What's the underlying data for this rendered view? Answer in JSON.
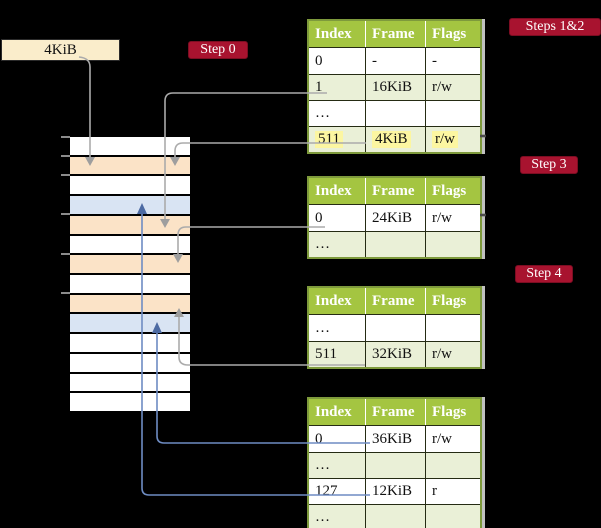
{
  "size_box": {
    "label": "4KiB"
  },
  "badges": {
    "step0": "Step 0",
    "steps12": "Steps 1&2",
    "step3": "Step 3",
    "step4": "Step 4"
  },
  "tables": [
    {
      "headers": [
        "Index",
        "Frame",
        "Flags"
      ],
      "rows": [
        {
          "index": "0",
          "frame": "-",
          "flags": "-"
        },
        {
          "index": "1",
          "frame": "16KiB",
          "flags": "r/w"
        },
        {
          "index": "…",
          "frame": "",
          "flags": ""
        },
        {
          "index": "511",
          "frame": "4KiB",
          "flags": "r/w",
          "highlight": true
        }
      ]
    },
    {
      "headers": [
        "Index",
        "Frame",
        "Flags"
      ],
      "rows": [
        {
          "index": "0",
          "frame": "24KiB",
          "flags": "r/w"
        },
        {
          "index": "…",
          "frame": "",
          "flags": ""
        }
      ]
    },
    {
      "headers": [
        "Index",
        "Frame",
        "Flags"
      ],
      "rows": [
        {
          "index": "…",
          "frame": "",
          "flags": ""
        },
        {
          "index": "511",
          "frame": "32KiB",
          "flags": "r/w"
        }
      ]
    },
    {
      "headers": [
        "Index",
        "Frame",
        "Flags"
      ],
      "rows": [
        {
          "index": "0",
          "frame": "36KiB",
          "flags": "r/w"
        },
        {
          "index": "…",
          "frame": "",
          "flags": ""
        },
        {
          "index": "127",
          "frame": "12KiB",
          "flags": "r"
        },
        {
          "index": "…",
          "frame": "",
          "flags": ""
        }
      ]
    }
  ],
  "memory": {
    "rows": [
      "white",
      "peach",
      "white",
      "blue",
      "peach",
      "white",
      "peach",
      "white",
      "peach",
      "blue",
      "white",
      "white",
      "white",
      "white"
    ]
  },
  "colors": {
    "accent_red": "#a8132f",
    "table_header_green": "#a4c541",
    "table_border_olive": "#7e9a3c",
    "row_tint_green": "#eaf0d7",
    "highlight_yellow": "#fcf6a1",
    "frame_peach": "#fbe3c7",
    "frame_blue": "#d9e4f3",
    "box_cream": "#faedcb",
    "arrow_gray": "#ababab",
    "arrow_blue": "#6e8cc3"
  }
}
